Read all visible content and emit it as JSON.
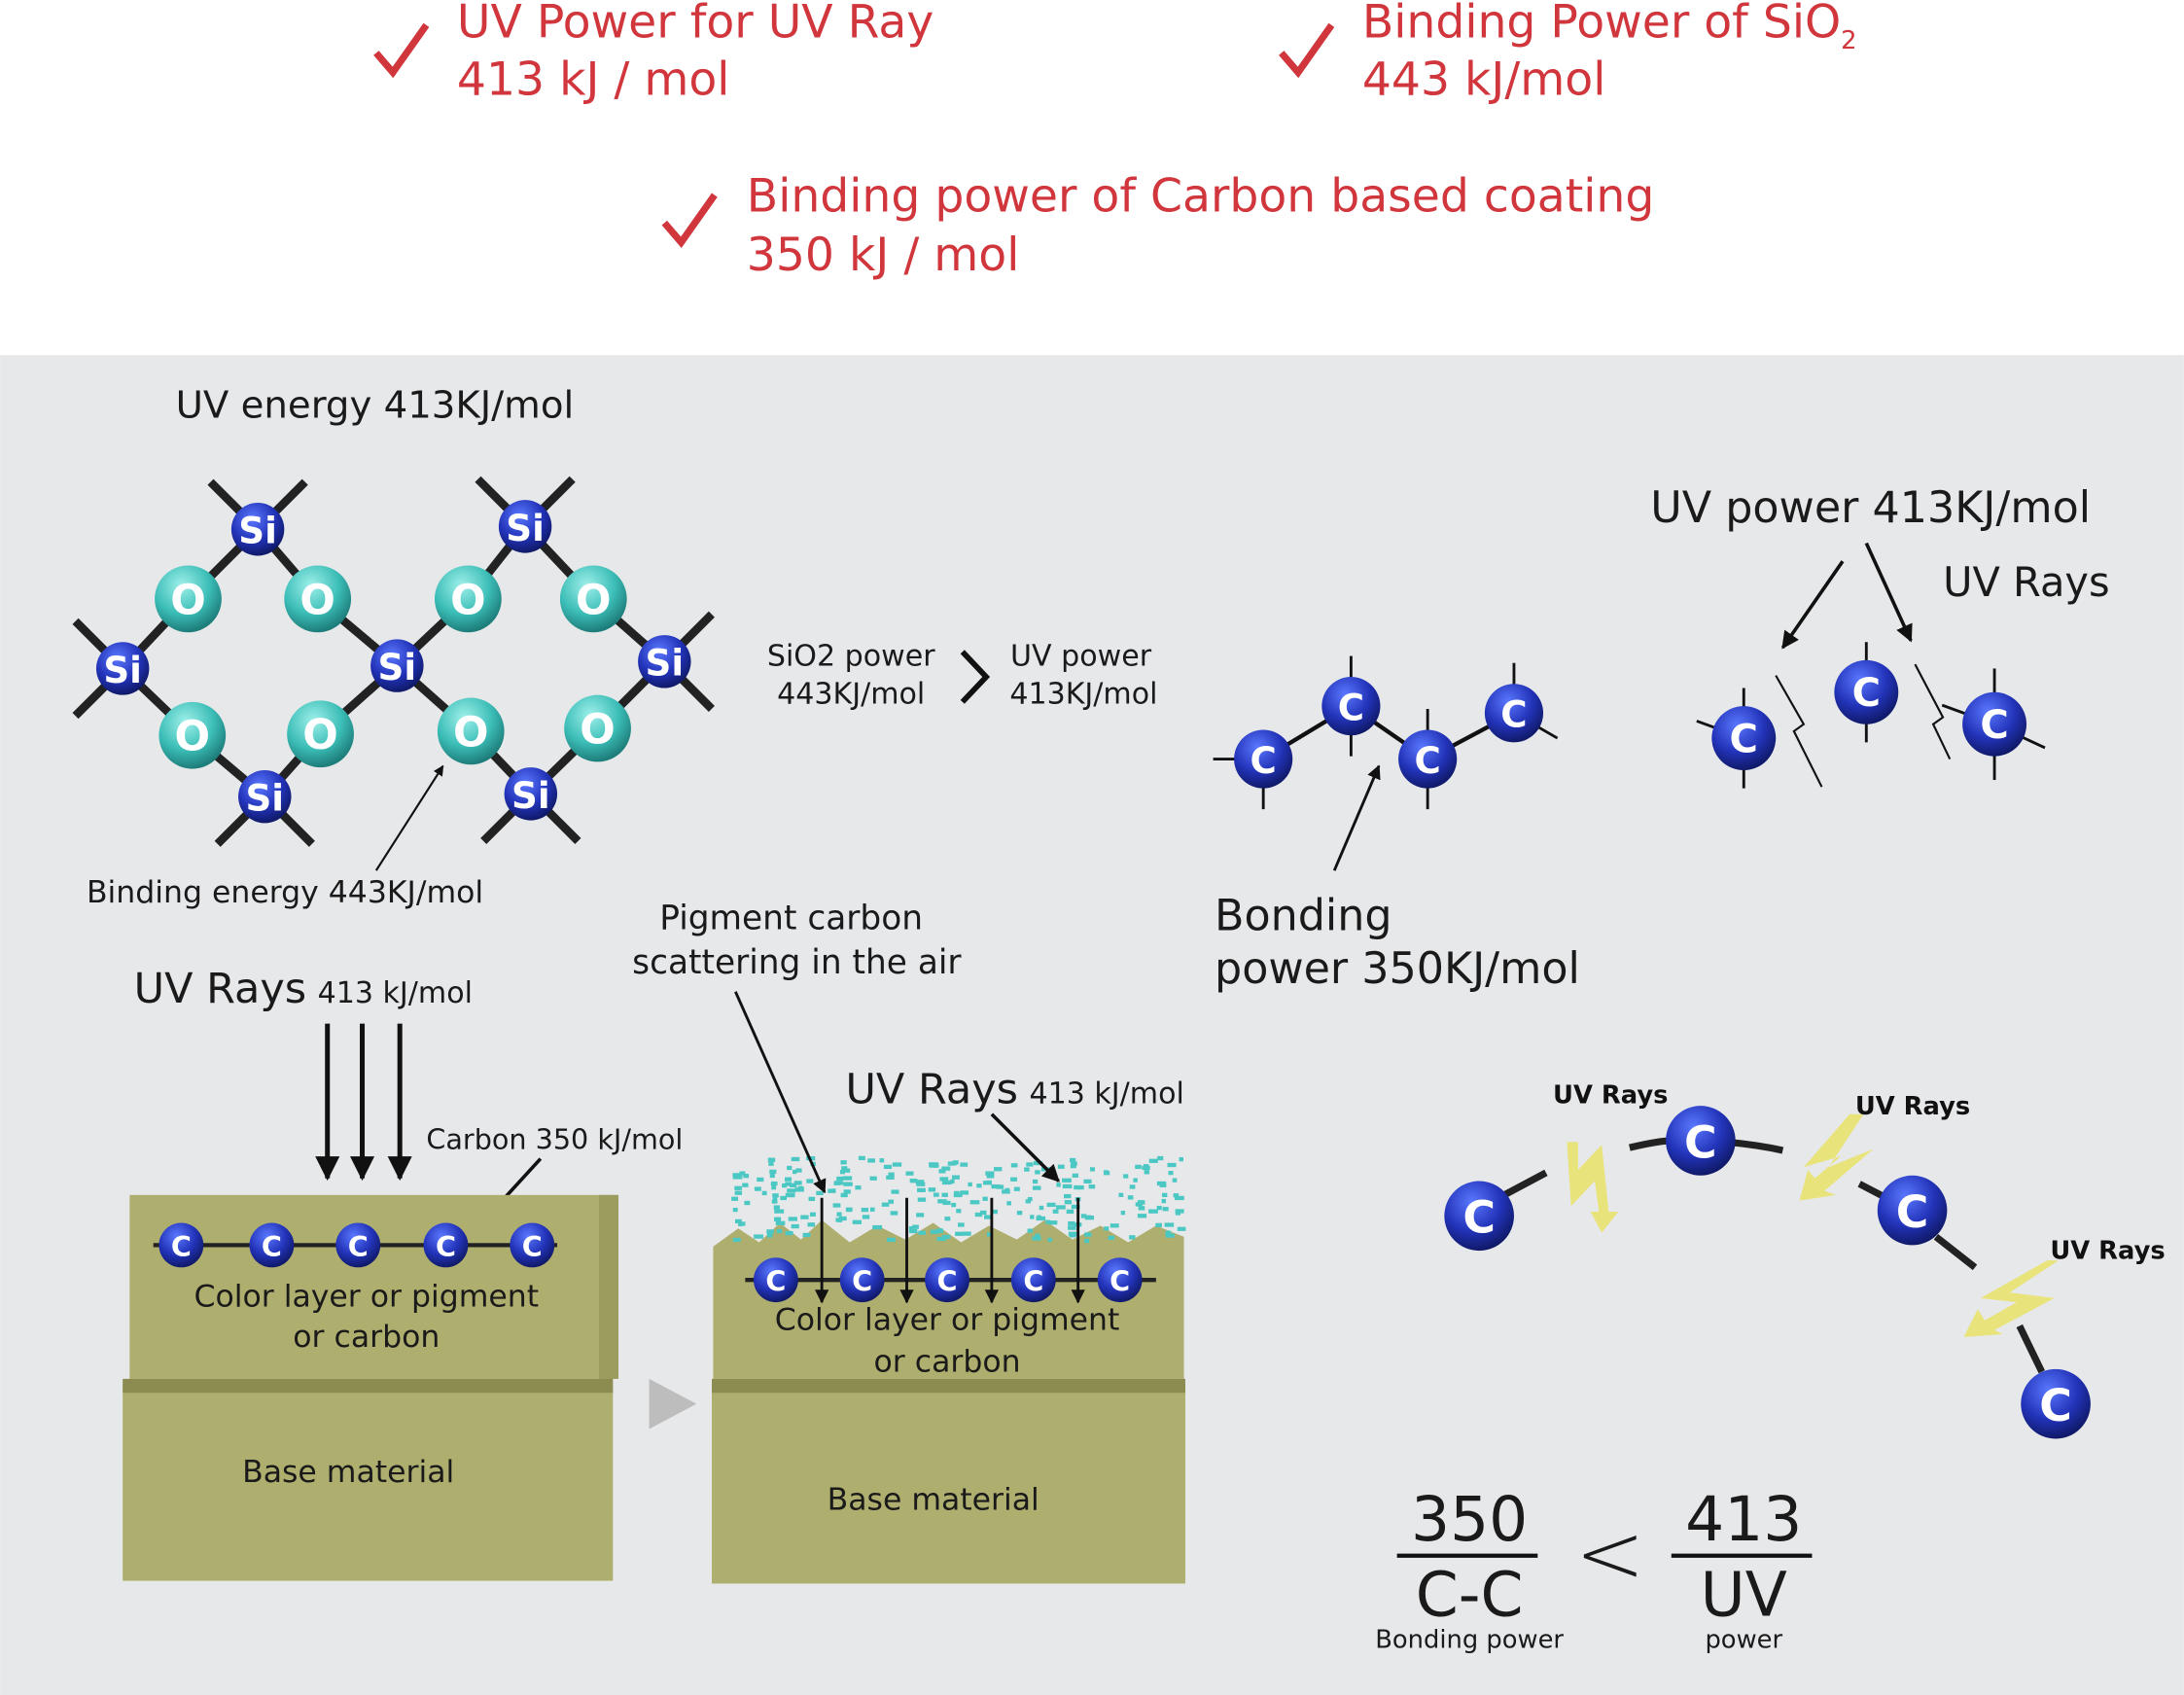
{
  "header": {
    "items": [
      {
        "line1": "UV Power for UV Ray",
        "line2": "413 kJ / mol"
      },
      {
        "line1": "Binding Power of SiO",
        "line1_sub": "2",
        "line2": "443 kJ/mol"
      },
      {
        "line1": "Binding power of Carbon based coating",
        "line2": "350 kJ / mol"
      }
    ]
  },
  "sio2": {
    "uv_energy": "UV energy 413KJ/mol",
    "binding_energy": "Binding energy 443KJ/mol",
    "si_label": "Si",
    "o_label": "O"
  },
  "comparison": {
    "left1": "SiO2 power",
    "left2": "443KJ/mol",
    "right1": "UV power",
    "right2": "413KJ/mol"
  },
  "carbon_chain": {
    "c_label": "C",
    "bonding1": "Bonding",
    "bonding2": "power 350KJ/mol"
  },
  "broken_chain": {
    "uv_power": "UV power 413KJ/mol",
    "uv_rays": "UV Rays"
  },
  "layers": {
    "uv_rays": "UV Rays",
    "uv_value": "413 kJ/mol",
    "carbon": "Carbon 350 kJ/mol",
    "color_layer1": "Color layer or pigment",
    "color_layer2": "or carbon",
    "base": "Base material",
    "pigment1": "Pigment carbon",
    "pigment2": "scattering in the air"
  },
  "uv_break": {
    "label": "UV Rays"
  },
  "formula": {
    "left_num": "350",
    "left_den": "C-C",
    "left_caption": "Bonding power",
    "operator": "<",
    "right_num": "413",
    "right_den": "UV",
    "right_caption": "power"
  },
  "colors": {
    "accent": "#d0363c",
    "atom_blue": "#2436b0",
    "atom_teal": "#3cc0bc",
    "layer": "#aeae6e",
    "bolt": "#e8e37a"
  }
}
